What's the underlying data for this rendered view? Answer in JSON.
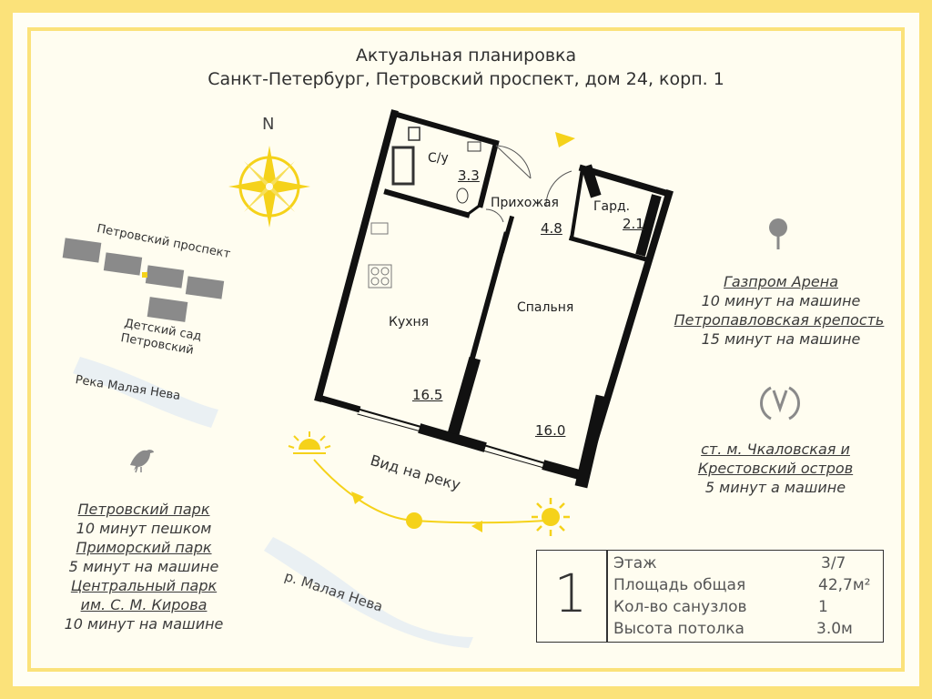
{
  "header": {
    "title": "Актуальная планировка",
    "address": "Санкт-Петербург, Петровский проспект, дом 24, корп. 1"
  },
  "compass": {
    "north_label": "N"
  },
  "map": {
    "street": "Петровский проспект",
    "kindergarten_line1": "Детский сад",
    "kindergarten_line2": "Петровский",
    "river_top": "Река Малая Нева",
    "river_bottom": "р. Малая Нева"
  },
  "plan": {
    "bathroom": {
      "label": "С/у",
      "area": "3.3"
    },
    "hallway": {
      "label": "Прихожая",
      "area": "4.8"
    },
    "wardrobe": {
      "label": "Гард.",
      "area": "2.1"
    },
    "kitchen": {
      "label": "Кухня",
      "area": "16.5"
    },
    "bedroom": {
      "label": "Спальня",
      "area": "16.0"
    },
    "view_label": "Вид на реку"
  },
  "poi_right": {
    "place1": "Газпром Арена",
    "place1_time": "10 минут на машине",
    "place2": "Петропавловская крепость",
    "place2_time": "15 минут на машине",
    "metro_line1": "ст. м. Чкаловская и",
    "metro_line2": "Крестовский остров",
    "metro_time": "5 минут а машине"
  },
  "poi_left": {
    "park1": "Петровский парк",
    "park1_time": "10 минут пешком",
    "park2": "Приморский парк",
    "park2_time": "5 минут на машине",
    "park3_line1": "Центральный парк",
    "park3_line2": "им. С. М. Кирова",
    "park3_time": "10 минут на машине"
  },
  "info": {
    "floor_number": "1",
    "rows": [
      {
        "label": "Этаж",
        "value": "3/7"
      },
      {
        "label": "Площадь общая",
        "value": "42,7м²"
      },
      {
        "label": "Кол-во санузлов",
        "value": "1"
      },
      {
        "label": "Высота потолка",
        "value": "3.0м"
      }
    ]
  },
  "colors": {
    "frame": "#fbe27a",
    "sun": "#f5d21a",
    "wall": "#111111",
    "icon_grey": "#8a8a8a"
  }
}
